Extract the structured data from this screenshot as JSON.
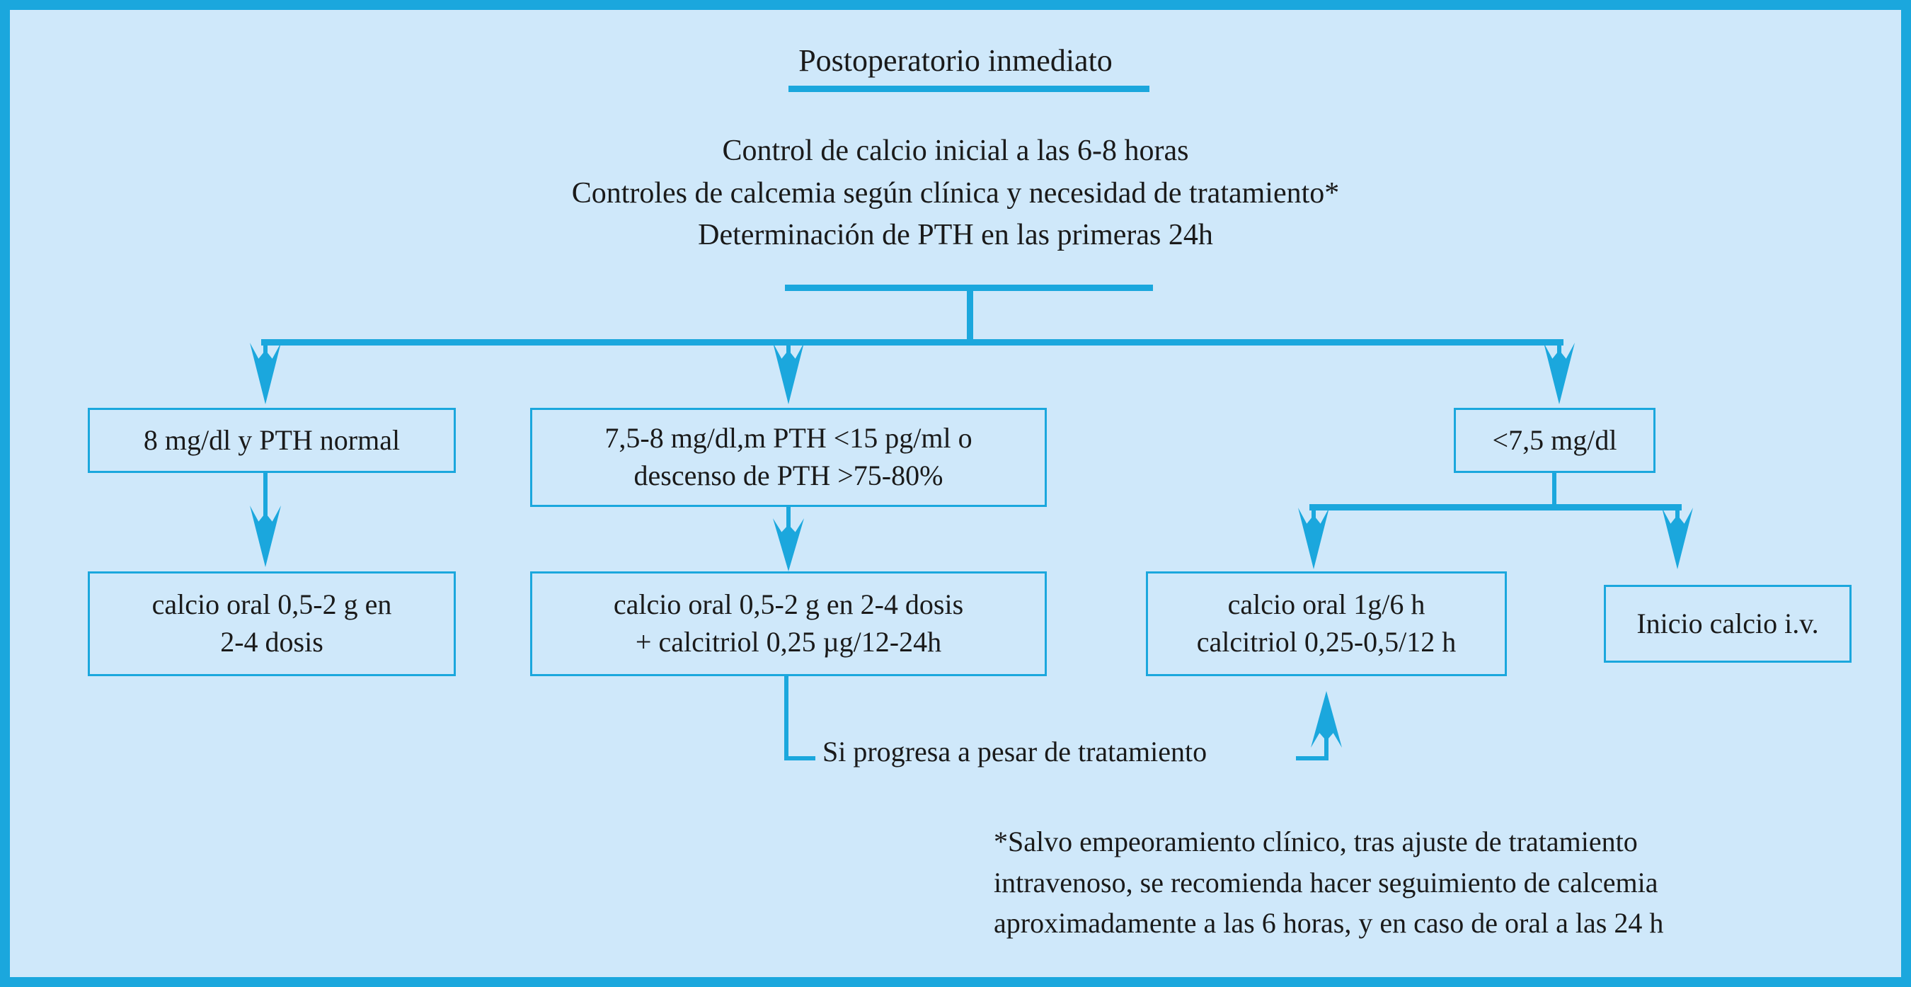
{
  "colors": {
    "frame_border": "#1ba7dd",
    "background": "#cfe8fa",
    "connector": "#1ba7dd",
    "box_border": "#1ba7dd",
    "text": "#1a1a1a"
  },
  "header": {
    "title": "Postoperatorio inmediato",
    "lines": [
      "Control de calcio inicial a las 6-8 horas",
      "Controles de calcemia según clínica y necesidad de tratamiento*",
      "Determinación de PTH en las primeras 24h"
    ]
  },
  "criteria_boxes": [
    {
      "id": "criteria-normal",
      "lines": [
        "8 mg/dl y PTH normal"
      ]
    },
    {
      "id": "criteria-moderate",
      "lines": [
        "7,5-8 mg/dl,m PTH <15 pg/ml o",
        "descenso de PTH >75-80%"
      ]
    },
    {
      "id": "criteria-severe",
      "lines": [
        "<7,5 mg/dl"
      ]
    }
  ],
  "treatment_boxes": [
    {
      "id": "treatment-oral-calcium",
      "lines": [
        "calcio oral 0,5-2 g en",
        "2-4 dosis"
      ]
    },
    {
      "id": "treatment-calcium-calcitriol",
      "lines": [
        "calcio oral 0,5-2 g en 2-4 dosis",
        "+ calcitriol 0,25 µg/12-24h"
      ]
    },
    {
      "id": "treatment-intensive-oral",
      "lines": [
        "calcio oral 1g/6 h",
        "calcitriol 0,25-0,5/12 h"
      ]
    },
    {
      "id": "treatment-iv-calcium",
      "lines": [
        "Inicio calcio i.v."
      ]
    }
  ],
  "feedback_loop": {
    "label": "Si progresa a pesar de tratamiento"
  },
  "footnote": {
    "lines": [
      "*Salvo empeoramiento clínico, tras ajuste de tratamiento",
      "intravenoso, se recomienda hacer seguimiento de calcemia",
      "aproximadamente a las  6 horas, y en caso de oral a las 24 h"
    ]
  }
}
